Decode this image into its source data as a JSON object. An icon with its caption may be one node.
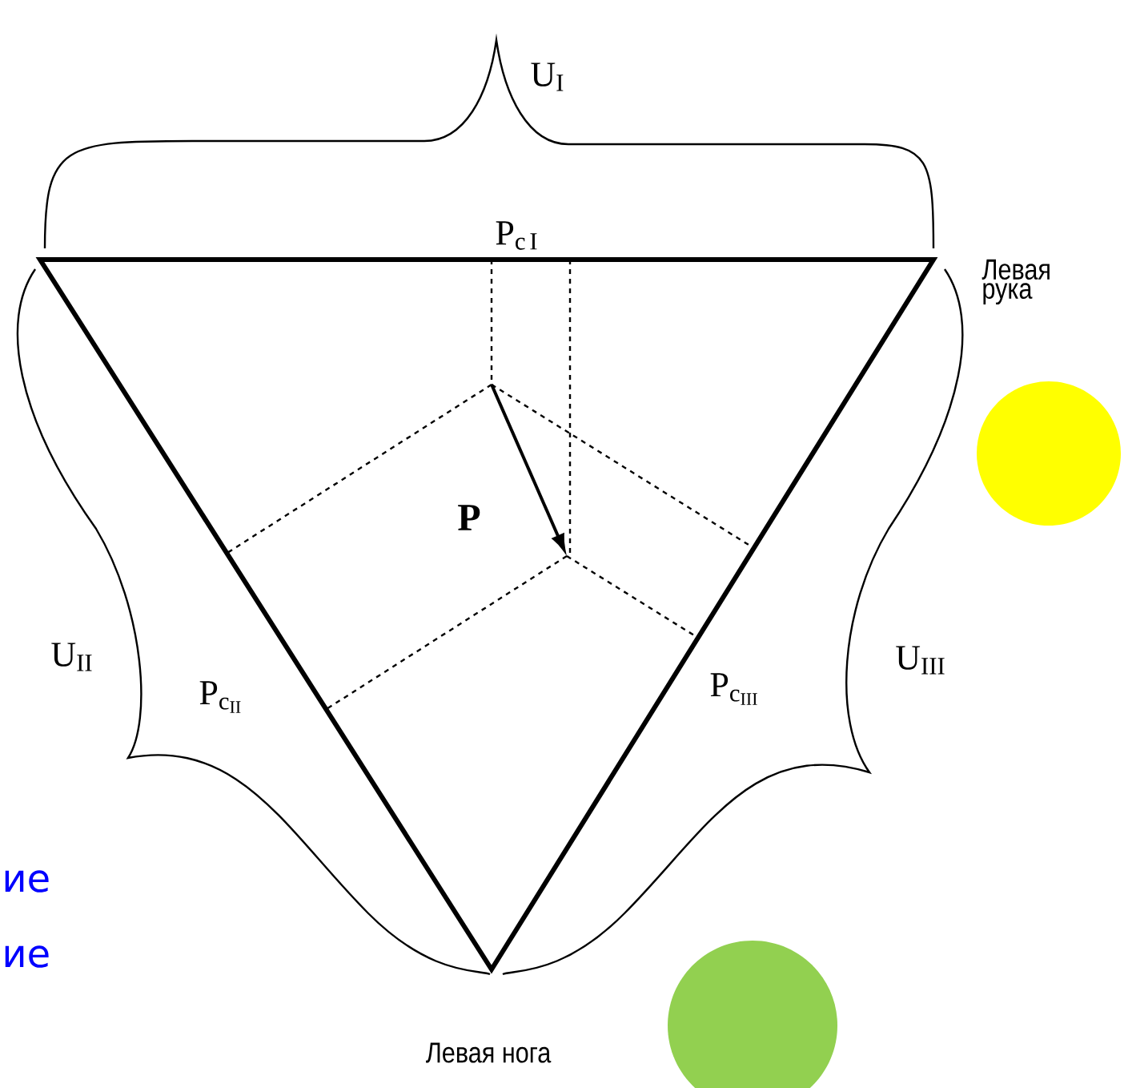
{
  "diagram": {
    "nodes": [
      {
        "text": [],
        "shape": "circle"
      },
      {
        "text": [],
        "shape": "circle"
      }
    ],
    "labels": [
      "\\mathrm{U}_{\\mathrm{I}}",
      "\\mathrm{P}_{\\mathrm{c\\,I}}",
      "Левая рука",
      "P",
      "\\mathrm{U}_{\\mathrm{II}}",
      "\\mathrm{P}_{\\mathrm{c}_{\\mathrm{II}}}",
      "\\mathrm{P}_{\\mathrm{c}_{\\mathrm{III}}}",
      "\\mathrm{U}_{\\mathrm{III}}",
      "ие",
      "ие",
      "Левая нога"
    ]
  }
}
